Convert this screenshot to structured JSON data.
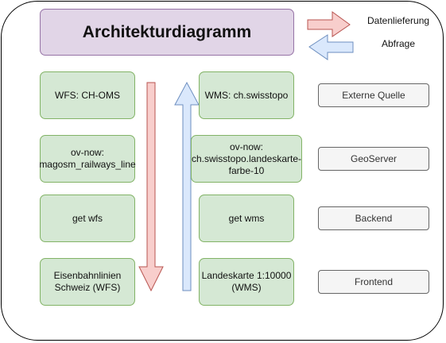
{
  "title": "Architekturdiagramm",
  "legend": {
    "delivery_label": "Datenlieferung",
    "query_label": "Abfrage",
    "delivery_color": "#f8cecc",
    "query_color": "#dae8fc"
  },
  "wfs_column": [
    {
      "label": "WFS: CH-OMS"
    },
    {
      "label": "ov-now: magosm_railways_line"
    },
    {
      "label": "get wfs"
    },
    {
      "label": "Eisenbahnlinien Schweiz (WFS)"
    }
  ],
  "wms_column": [
    {
      "label": "WMS: ch.swisstopo"
    },
    {
      "label": "ov-now: ch.swisstopo.landeskarte-farbe-10"
    },
    {
      "label": "get wms"
    },
    {
      "label": "Landeskarte 1:10000 (WMS)"
    }
  ],
  "layers": [
    {
      "label": "Externe Quelle"
    },
    {
      "label": "GeoServer"
    },
    {
      "label": "Backend"
    },
    {
      "label": "Frontend"
    }
  ],
  "colors": {
    "title_fill": "#e1d5e7",
    "node_fill": "#d5e8d4",
    "layer_fill": "#f5f5f5",
    "arrow_down_fill": "#f8cecc",
    "arrow_down_stroke": "#b85450",
    "arrow_up_fill": "#dae8fc",
    "arrow_up_stroke": "#6c8ebf"
  }
}
